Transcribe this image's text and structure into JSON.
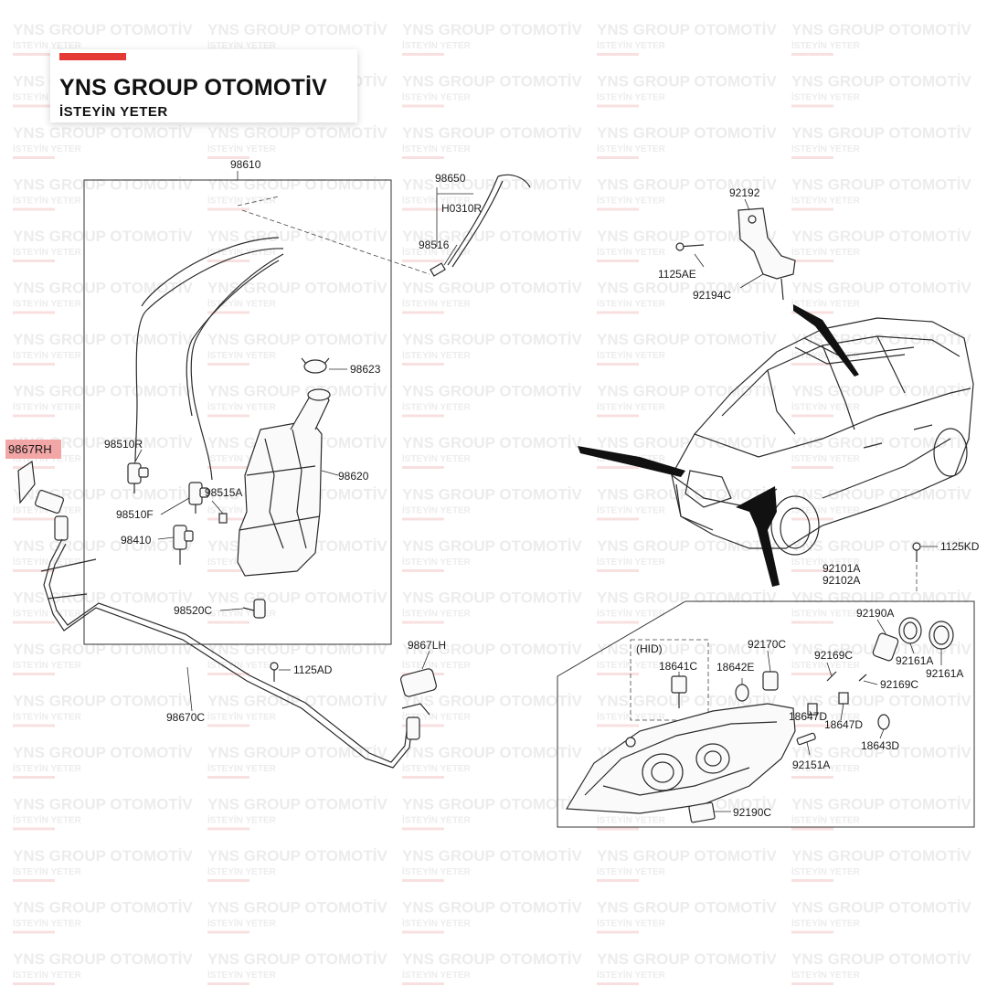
{
  "watermark": {
    "title": "YNS GROUP OTOMOTİV",
    "subtitle": "İSTEYİN YETER"
  },
  "brand": {
    "title": "YNS GROUP OTOMOTİV",
    "subtitle": "İSTEYİN YETER",
    "accent_color": "#e53935"
  },
  "highlight": {
    "label": "9867RH",
    "color": "#f2a6a6"
  },
  "parts": [
    "98610",
    "98650",
    "H0310R",
    "98516",
    "98623",
    "98510R",
    "98620",
    "98515A",
    "98510F",
    "98410",
    "98520C",
    "1125AD",
    "98670C",
    "9867LH",
    "92192",
    "1125AE",
    "92194C",
    "1125KD",
    "92101A",
    "92102A",
    "92190A",
    "(HID)",
    "18641C",
    "18642E",
    "92170C",
    "92169C",
    "92169C",
    "92161A",
    "92161A",
    "18647D",
    "18647D",
    "18643D",
    "92151A",
    "92190C"
  ]
}
